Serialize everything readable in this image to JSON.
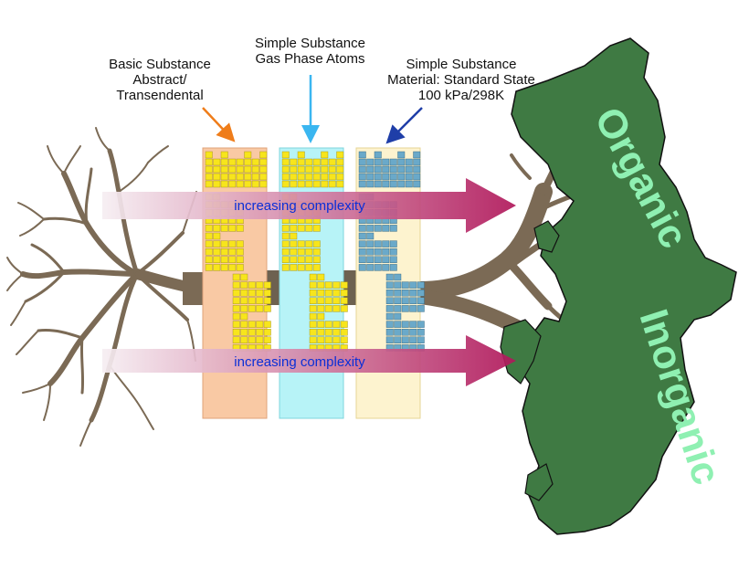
{
  "labels": {
    "basic": "Basic Substance\nAbstract/\nTransendental",
    "gas": "Simple Substance\nGas Phase Atoms",
    "material": "Simple Substance\nMaterial: Standard State\n100 kPa/298K"
  },
  "arrows": {
    "top": "increasing complexity",
    "bottom": "increasing complexity"
  },
  "tree": {
    "organic": "Organic",
    "inorganic": "Inorganic"
  },
  "colors": {
    "panel_basic": "#f9c9a4",
    "panel_gas": "#b7f3f7",
    "panel_material": "#fdf3cf",
    "element_cell": "#f7e51c",
    "element_cell_material": "#6aa9c9",
    "arrow_start": "#f3e6ee",
    "arrow_end": "#b0175a",
    "arrow_text": "#0b2fd6",
    "canopy": "#3f7a43",
    "canopy_text": "#8ff0b2",
    "trunk": "#7b6a55",
    "trunk_dark": "#6d6150",
    "pointer_orange": "#ef7d1a",
    "pointer_cyan": "#3ab6f0",
    "pointer_blue": "#1f3ea8"
  },
  "icons": [
    "orange-pointer-arrow-icon",
    "cyan-pointer-arrow-icon",
    "blue-pointer-arrow-icon",
    "root-system-icon",
    "tree-canopy-icon"
  ]
}
